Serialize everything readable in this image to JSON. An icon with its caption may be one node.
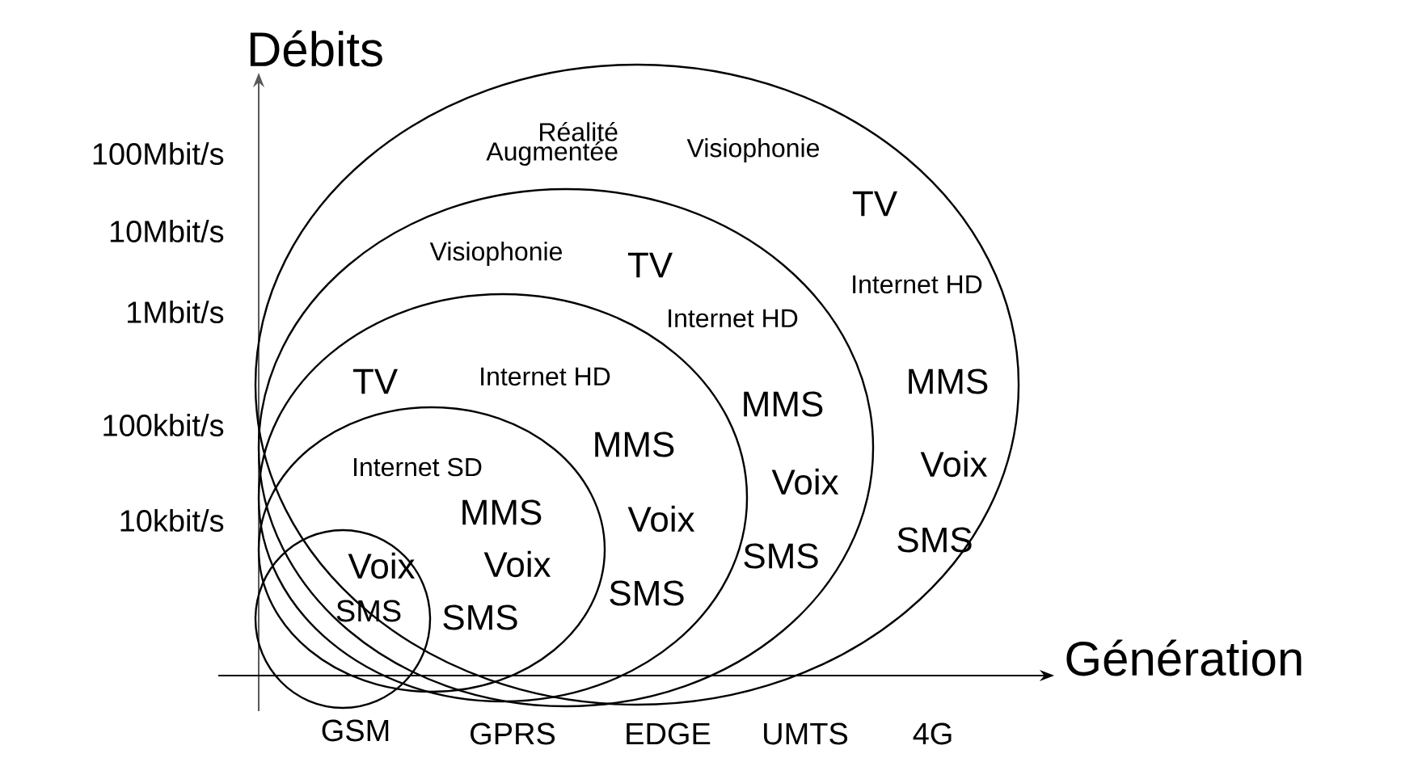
{
  "diagram": {
    "nodes": [
      {
        "text": [
          "Voix",
          "SMS"
        ],
        "in": 2
      },
      {
        "text": [
          "Internet SD",
          "MMS",
          "Voix",
          "SMS"
        ],
        "in": 2
      },
      {
        "text": [
          "TV",
          "Internet HD",
          "MMS",
          "Voix",
          "SMS"
        ],
        "in": 3
      },
      {
        "text": [
          "Visiophonie",
          "TV",
          "Internet HD",
          "MMS",
          "Voix",
          "SMS"
        ],
        "in": 4
      },
      {
        "text": [
          "Réalité Augmentée",
          "Visiophonie",
          "TV",
          "Internet HD",
          "MMS",
          "Voix",
          "SMS"
        ]
      }
    ],
    "labels": [
      "Débits",
      "100Mbit/s",
      "10Mbit/s",
      "1Mbit/s",
      "100kbit/s",
      "10kbit/s",
      "Génération",
      "GSM",
      "GPRS",
      "EDGE",
      "UMTS",
      "4G"
    ]
  }
}
